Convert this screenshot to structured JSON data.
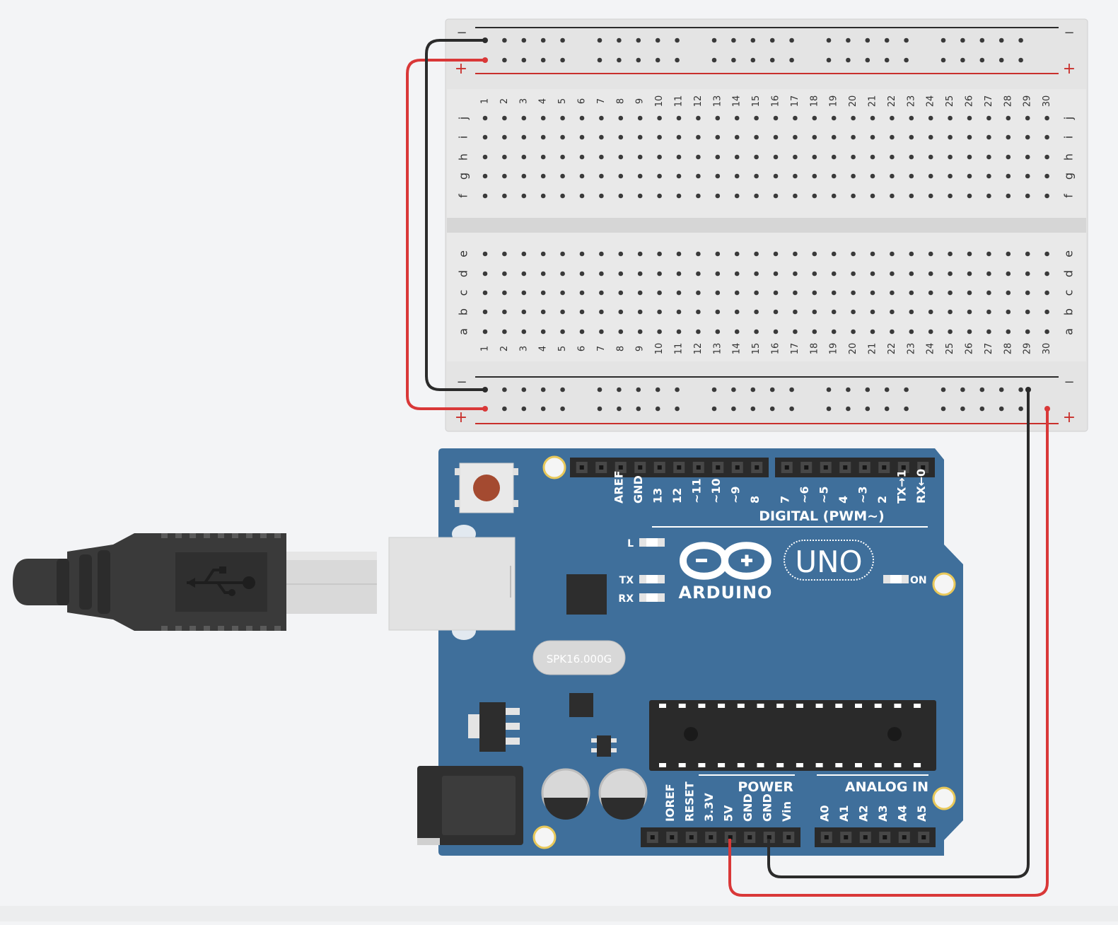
{
  "breadboard": {
    "columns": [
      "1",
      "2",
      "3",
      "4",
      "5",
      "6",
      "7",
      "8",
      "9",
      "10",
      "11",
      "12",
      "13",
      "14",
      "15",
      "16",
      "17",
      "18",
      "19",
      "20",
      "21",
      "22",
      "23",
      "24",
      "25",
      "26",
      "27",
      "28",
      "29",
      "30"
    ],
    "rows_top": [
      "j",
      "i",
      "h",
      "g",
      "f"
    ],
    "rows_bottom": [
      "e",
      "d",
      "c",
      "b",
      "a"
    ],
    "rail_minus": "−",
    "rail_plus": "+"
  },
  "arduino": {
    "brand": "ARDUINO",
    "model": "UNO",
    "crystal": "SPK16.000G",
    "led_l": "L",
    "led_tx": "TX",
    "led_rx": "RX",
    "led_on": "ON",
    "digital_title": "DIGITAL (PWM~)",
    "digital_pins": [
      "AREF",
      "GND",
      "13",
      "12",
      "~11",
      "~10",
      "~9",
      "8",
      "7",
      "~6",
      "~5",
      "4",
      "~3",
      "2",
      "TX→1",
      "RX←0"
    ],
    "power_title": "POWER",
    "power_pins": [
      "IOREF",
      "RESET",
      "3.3V",
      "5V",
      "GND",
      "GND",
      "Vin"
    ],
    "analog_title": "ANALOG IN",
    "analog_pins": [
      "A0",
      "A1",
      "A2",
      "A3",
      "A4",
      "A5"
    ]
  },
  "colors": {
    "board_blue": "#3f6f9b",
    "wire_red": "#d93838",
    "wire_black": "#2b2b2b",
    "rail_red": "#c9302c"
  },
  "icons": [
    "usb-icon",
    "plus-icon",
    "minus-icon"
  ]
}
